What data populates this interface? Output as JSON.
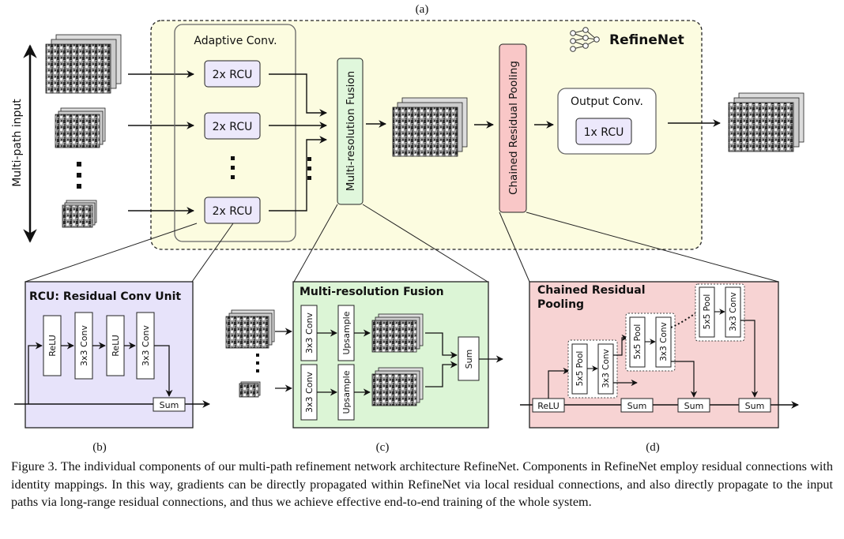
{
  "figure": {
    "label_a": "(a)",
    "label_b": "(b)",
    "label_c": "(c)",
    "label_d": "(d)"
  },
  "refinenet": {
    "title": "RefineNet",
    "multipath_label": "Multi-path input",
    "adaptive_conv": "Adaptive Conv.",
    "rcu_2x": "2x RCU",
    "mrf": "Multi-resolution Fusion",
    "crp": "Chained Residual Pooling",
    "output_conv": "Output Conv.",
    "rcu_1x": "1x RCU"
  },
  "rcu_panel": {
    "title": "RCU: Residual Conv Unit",
    "relu": "ReLU",
    "conv": "3x3 Conv",
    "sum": "Sum"
  },
  "mrf_panel": {
    "title": "Multi-resolution Fusion",
    "conv": "3x3 Conv",
    "upsample": "Upsample",
    "sum": "Sum"
  },
  "crp_panel": {
    "title_line1": "Chained Residual",
    "title_line2": "Pooling",
    "relu": "ReLU",
    "pool": "5x5 Pool",
    "conv": "3x3 Conv",
    "sum": "Sum"
  },
  "colors": {
    "refinenet_bg": "#fcfce0",
    "rcu_bg": "#e7e3fa",
    "mrf_bg": "#dcf5d6",
    "crp_bg": "#f7d3d3",
    "block_rcu": "#ece8fb",
    "block_mrf": "#e0f7dc",
    "block_crp": "#f9c7c7"
  },
  "caption": "Figure 3. The individual components of our multi-path refinement network architecture RefineNet. Components in RefineNet employ residual connections with identity mappings. In this way, gradients can be directly propagated within RefineNet via local residual connections, and also directly propagate to the input paths via long-range residual connections, and thus we achieve effective end-to-end training of the whole system."
}
